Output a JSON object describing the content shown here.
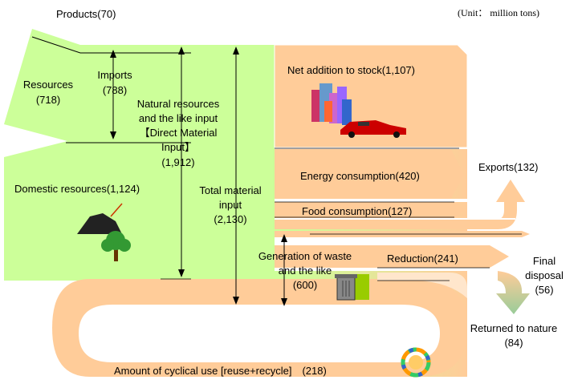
{
  "unit": "(Unit： million tons)",
  "labels": {
    "products": "Products(70)",
    "resources_1": "Resources",
    "resources_2": "(718)",
    "imports_1": "Imports",
    "imports_2": "(788)",
    "natural_1": "Natural resources",
    "natural_2": "and the like input",
    "natural_3": "【Direct Material",
    "natural_4": "Input】",
    "natural_5": "(1,912)",
    "domestic": "Domestic resources(1,124)",
    "total_1": "Total material",
    "total_2": "input",
    "total_3": "(2,130)",
    "net_stock": "Net addition to stock(1,107)",
    "energy": "Energy consumption(420)",
    "food": "Food consumption(127)",
    "exports": "Exports(132)",
    "waste_1": "Generation of waste",
    "waste_2": "and the like",
    "waste_3": "(600)",
    "reduction": "Reduction(241)",
    "final_1": "Final",
    "final_2": "disposal",
    "final_3": "(56)",
    "returned_1": "Returned to nature",
    "returned_2": "(84)",
    "cyclical": "Amount of cyclical use [reuse+recycle]　(218)"
  },
  "colors": {
    "resource_green": "#ccff99",
    "flow_peach": "#ffcc99",
    "outline": "#000000"
  },
  "icons": [
    "mine-icon",
    "tree-icon",
    "buildings-icon",
    "car-icon",
    "trash-bin-icon",
    "recycle-icon"
  ]
}
